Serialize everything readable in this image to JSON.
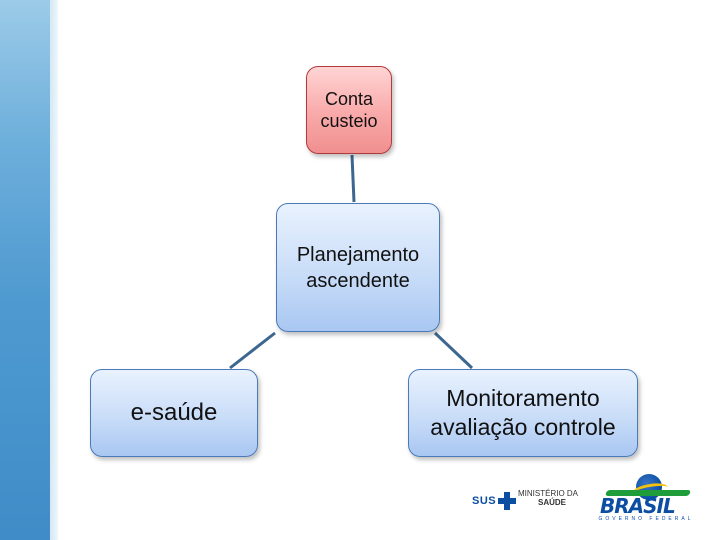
{
  "colors": {
    "sidebar": "#4f9ad0",
    "pink_node": "#f9a9a9",
    "blue_node": "#c9ddf8",
    "connector": "#3d6791",
    "logo_blue": "#0b4ea2"
  },
  "nodes": {
    "top": {
      "text": "Conta\ncusteio"
    },
    "center": {
      "text": "Planejamento\nascendente"
    },
    "left": {
      "text": "e-saúde"
    },
    "right": {
      "text": "Monitoramento\navaliação controle"
    }
  },
  "logos": {
    "sus": "SUS",
    "ministry_line1": "MINISTÉRIO DA",
    "ministry_line2": "SAÚDE",
    "brasil": "BRASIL",
    "brasil_sub": "GOVERNO FEDERAL"
  }
}
